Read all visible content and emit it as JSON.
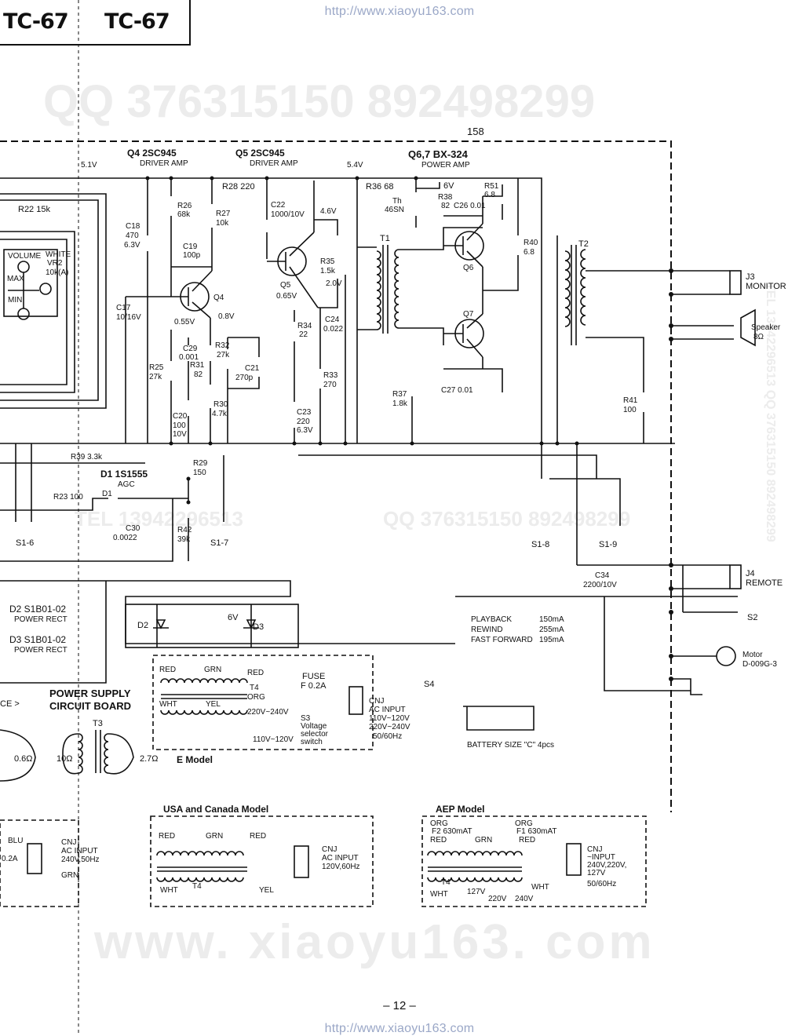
{
  "header": {
    "model_left": "TC-67",
    "model_right": "TC-67"
  },
  "watermarks": {
    "url": "http://www.xiaoyu163.com",
    "qq_line": "QQ 376315150   892498299",
    "mid_left": "TEL 13942296513",
    "mid_right": "QQ 376315150   892498299",
    "bottom": "www. xiaoyu163. com",
    "side": "TEL 13942296513  QQ 376315150  892498299"
  },
  "labels": {
    "handwritten_top": "158",
    "q4_title": "Q4  2SC945",
    "q4_sub": "DRIVER AMP",
    "q5_title": "Q5  2SC945",
    "q5_sub": "DRIVER AMP",
    "q67_title": "Q6,7  BX-324",
    "q67_sub": "POWER AMP",
    "v51": "5.1V",
    "v54": "5.4V",
    "v6": "6V",
    "v46": "4.6V",
    "v20": "2.0V",
    "v065": "0.65V",
    "v055": "0.55V",
    "v08": "0.8V",
    "v6b": "6V",
    "r22": "R22  15k",
    "r28": "R28  220",
    "r36": "R36  68",
    "r38": "R38",
    "r38v": "82",
    "c26": "C26  0.01",
    "r51": "R51",
    "r51v": "6.8",
    "th": "Th",
    "th2": "46SN",
    "t1": "T1",
    "t2": "T2",
    "c18": "C18",
    "c18v": "470",
    "c18w": "6.3V",
    "r26": "R26",
    "r26v": "68k",
    "r27": "R27",
    "r27v": "10k",
    "c22": "C22",
    "c22v": "1000/10V",
    "c19": "C19",
    "c19v": "100p",
    "r35": "R35",
    "r35v": "1.5k",
    "q5": "Q5",
    "q6": "Q6",
    "q7": "Q7",
    "q4": "Q4",
    "r40": "R40",
    "r40v": "6.8",
    "c17": "C17",
    "c17v": "10/16V",
    "c24": "C24",
    "c24v": "0.022",
    "r34": "R34",
    "r34v": "22",
    "c29": "C29",
    "c29v": "0.001",
    "r32": "R32",
    "r32v": "27k",
    "c21": "C21",
    "c21v": "270p",
    "r25": "R25",
    "r25v": "27k",
    "r31": "R31",
    "r31v": "82",
    "r33": "R33",
    "r33v": "270",
    "r37": "R37",
    "r37v": "1.8k",
    "c27": "C27  0.01",
    "r41": "R41",
    "r41v": "100",
    "r30": "R30",
    "r30v": "4.7k",
    "c20": "C20",
    "c20v": "100",
    "c20w": "10V",
    "c23": "C23",
    "c23v": "220",
    "c23w": "6.3V",
    "volume": "VOLUME",
    "vr2": "VR2",
    "vr2v": "10k(A)",
    "max": "MAX",
    "min": "MIN",
    "white": "WHITE",
    "j3": "J3",
    "monitor": "MONITOR",
    "speaker": "Speaker",
    "speaker_v": "8Ω",
    "r39": "R39  3.3k",
    "d1": "D1  1S1555",
    "agc": "AGC",
    "d1b": "D1",
    "r23": "R23  100",
    "r29": "R29",
    "r29v": "150",
    "c30": "C30",
    "c30v": "0.0022",
    "r42": "R42",
    "r42v": "39k",
    "s16": "S1-6",
    "s17": "S1-7",
    "s18": "S1-8",
    "s19": "S1-9",
    "c34": "C34",
    "c34v": "2200/10V",
    "j4": "J4",
    "remote": "REMOTE",
    "s2": "S2",
    "d2": "D2  S1B01-02",
    "d2sub": "POWER RECT",
    "d3": "D3  S1B01-02",
    "d3sub": "POWER RECT",
    "d2b": "D2",
    "d3b": "D3",
    "v6c": "6V",
    "psu1": "POWER SUPPLY",
    "psu2": "CIRCUIT BOARD",
    "ce": "CE >",
    "red": "RED",
    "grn": "GRN",
    "red2": "RED",
    "t4": "T4",
    "org": "ORG",
    "wht": "WHT",
    "yel": "YEL",
    "v220": "220V~240V",
    "v110": "110V~120V",
    "s3": "S3",
    "s3a": "Voltage",
    "s3b": "selector",
    "s3c": "switch",
    "fuse": "FUSE",
    "fusev": "F  0.2A",
    "cnj": "CNJ",
    "acin": "AC INPUT",
    "ac1": "110V~120V",
    "ac2": "220V~240V",
    "ac3": "50/60Hz",
    "s4": "S4",
    "emodel": "E Model",
    "battery": "BATTERY SIZE \"C\" 4pcs",
    "motor": "Motor",
    "motor_v": "D-009G-3",
    "t3": "T3",
    "o1": "0.6Ω",
    "o2": "10Ω",
    "o3": "2.7Ω"
  },
  "current_table": {
    "rows": [
      {
        "mode": "PLAYBACK",
        "value": "150mA"
      },
      {
        "mode": "REWIND",
        "value": "255mA"
      },
      {
        "mode": "FAST FORWARD",
        "value": "195mA"
      }
    ]
  },
  "insets": {
    "left": {
      "blu": "BLU",
      "fuse": "0.2A",
      "cnj": "CNJ",
      "acin": "AC INPUT",
      "v": "240V,50Hz",
      "grn": "GRN"
    },
    "usa": {
      "title": "USA and Canada Model",
      "red": "RED",
      "grn": "GRN",
      "red2": "RED",
      "t4": "T4",
      "wht": "WHT",
      "yel": "YEL",
      "cnj": "CNJ",
      "acin": "AC INPUT",
      "v": "120V,60Hz"
    },
    "aep": {
      "title": "AEP Model",
      "org1": "ORG",
      "f2": "F2 630mAT",
      "red1": "RED",
      "grn": "GRN",
      "org2": "ORG",
      "f1": "F1 630mAT",
      "red2": "RED",
      "t4": "T4",
      "v127": "127V",
      "v220": "220V",
      "v240": "240V",
      "wht1": "WHT",
      "wht2": "WHT",
      "cnj": "CNJ",
      "acin": "~INPUT",
      "v": "240V,220V,",
      "v2": "127V",
      "hz": "50/60Hz"
    }
  },
  "page_number": "– 12 –"
}
